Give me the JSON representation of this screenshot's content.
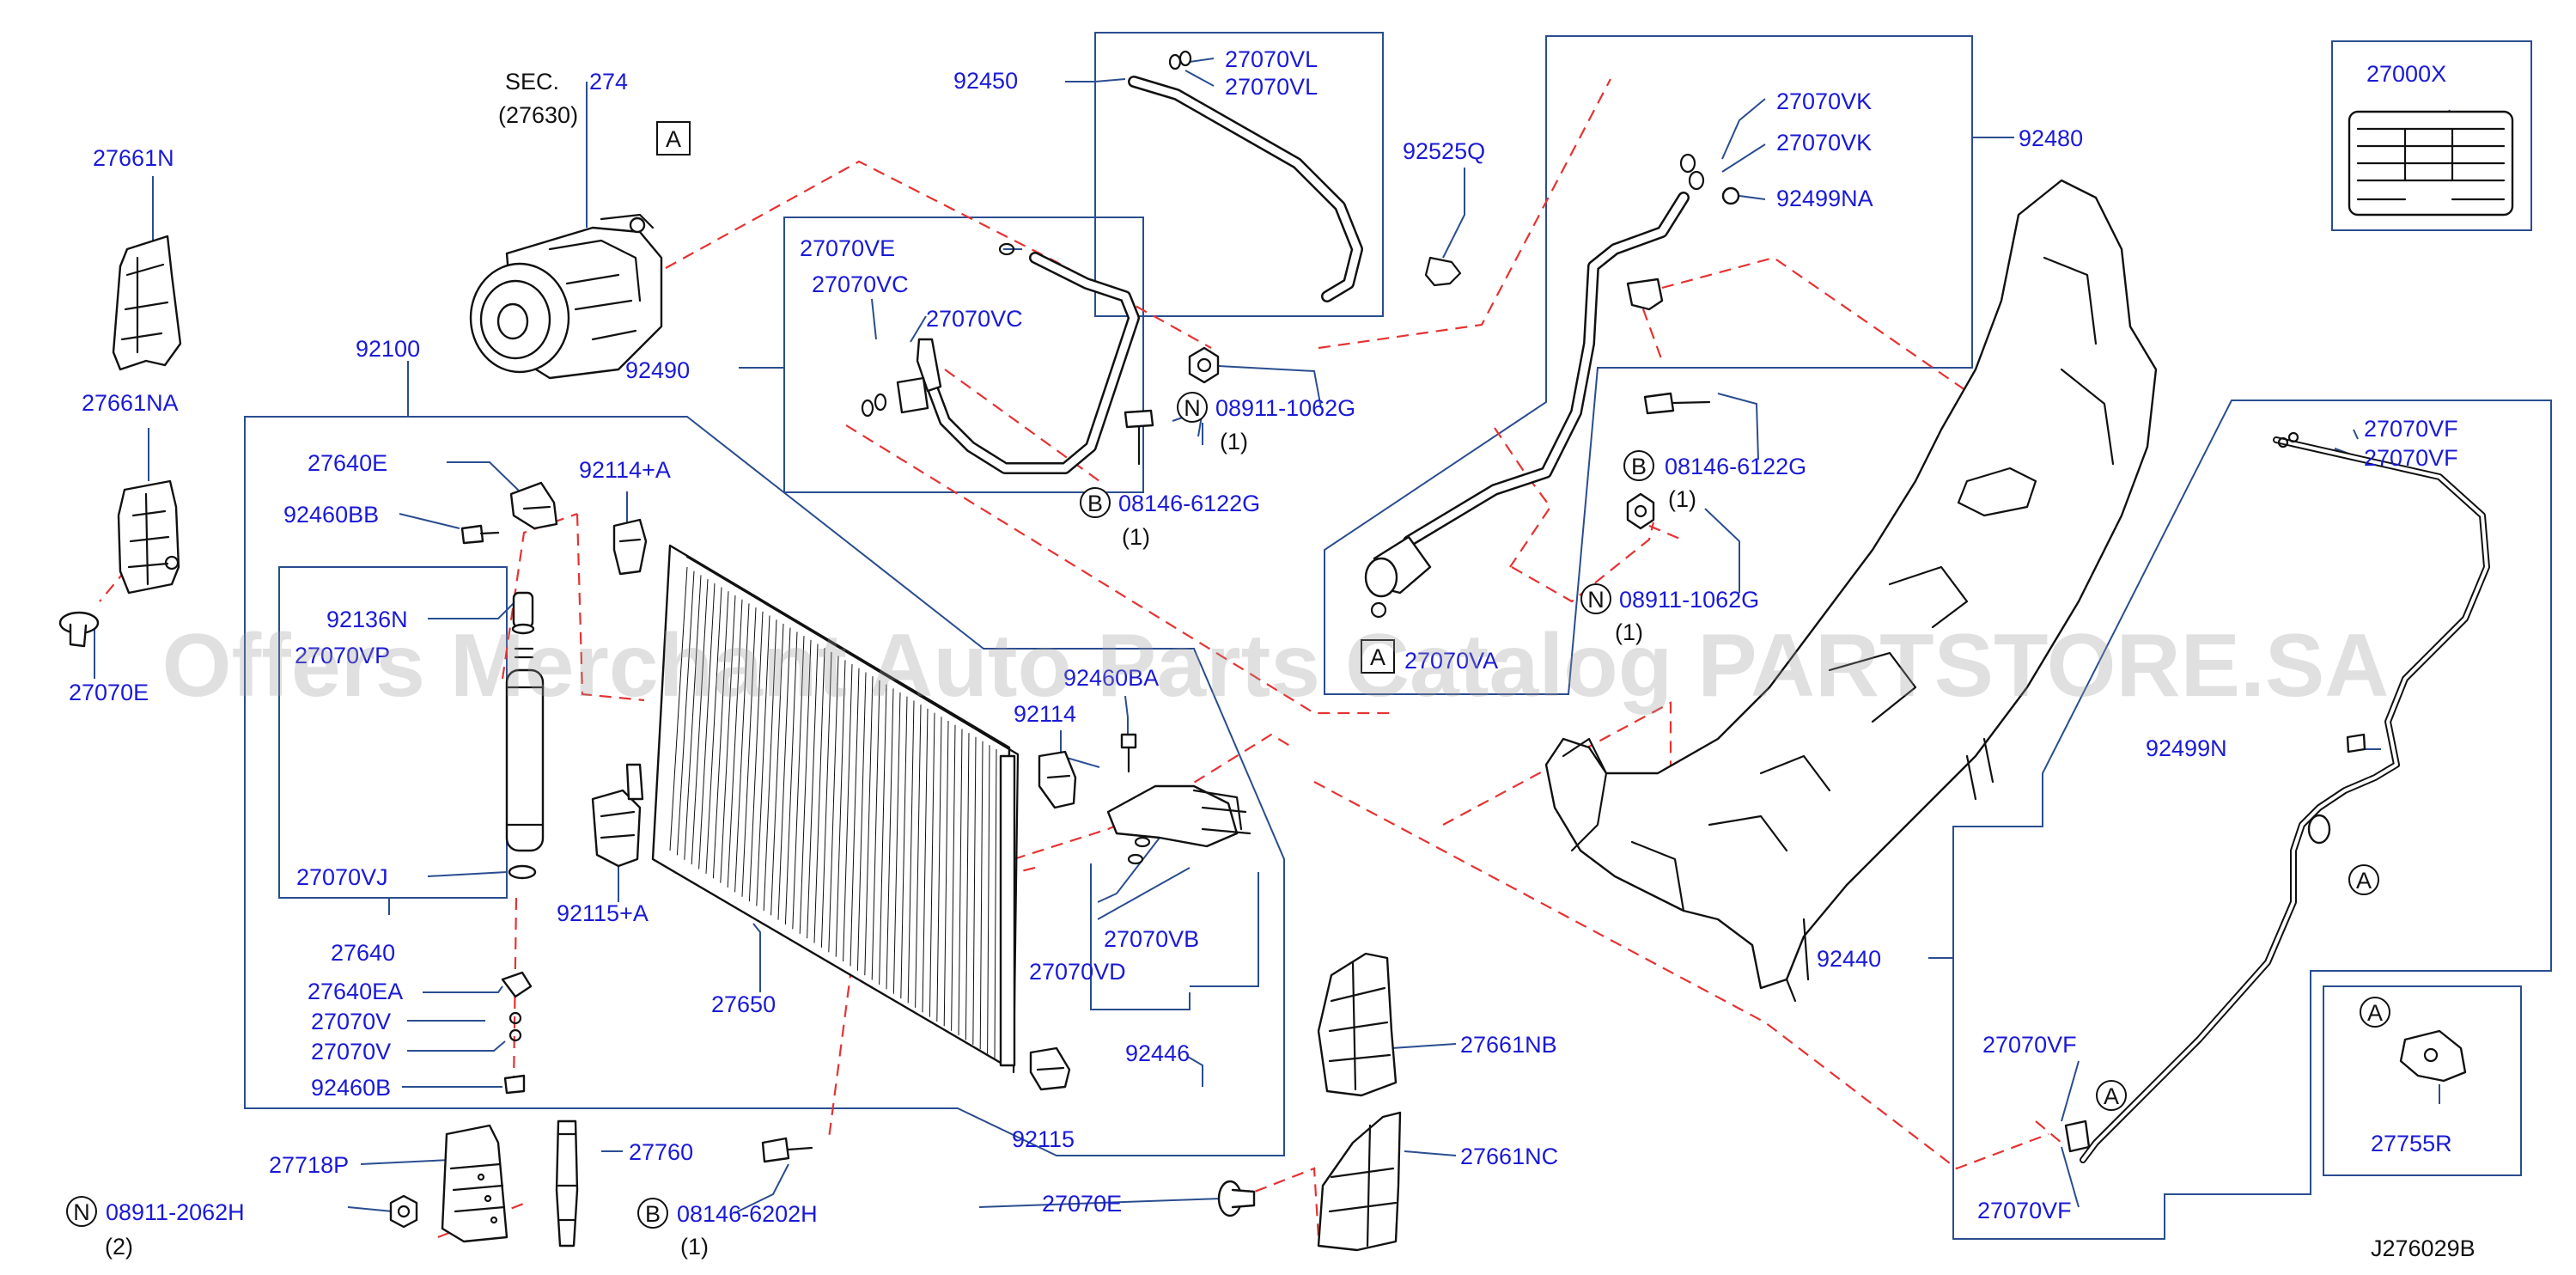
{
  "watermark": "Offers Merchant Auto Parts Catalog PARTSTORE.SA",
  "diagram_id": "J276029B",
  "sections": {
    "sec_prefix": "SEC.",
    "sec_number": "274",
    "sec_ref": "(27630)"
  },
  "symbols": {
    "A": "A",
    "N": "N",
    "B": "B"
  },
  "labels": {
    "p27661N": "27661N",
    "p27661NA": "27661NA",
    "p27070E_left": "27070E",
    "p92100": "92100",
    "p27640E": "27640E",
    "p92460BB": "92460BB",
    "p92114A": "92114+A",
    "p92136N": "92136N",
    "p27070VP": "27070VP",
    "p27070VJ": "27070VJ",
    "p27640": "27640",
    "p27640EA": "27640EA",
    "p27070V_1": "27070V",
    "p27070V_2": "27070V",
    "p92460B": "92460B",
    "p92115A": "92115+A",
    "p27650": "27650",
    "p92450": "92450",
    "p27070VL_1": "27070VL",
    "p27070VL_2": "27070VL",
    "p92525Q": "92525Q",
    "p27070VE": "27070VE",
    "p27070VC_1": "27070VC",
    "p27070VC_2": "27070VC",
    "p92490": "92490",
    "p08911_1062G_a": "08911-1062G",
    "qty_a": "(1)",
    "p08146_6122G_a": "08146-6122G",
    "qty_b": "(1)",
    "p92460BA": "92460BA",
    "p92114": "92114",
    "p27070VB": "27070VB",
    "p27070VD": "27070VD",
    "p92446": "92446",
    "p92115": "92115",
    "p27070VK_1": "27070VK",
    "p27070VK_2": "27070VK",
    "p92499NA": "92499NA",
    "p92480": "92480",
    "p08146_6122G_b": "08146-6122G",
    "qty_c": "(1)",
    "p08911_1062G_b": "08911-1062G",
    "qty_d": "(1)",
    "p27070VA": "27070VA",
    "p27000X": "27000X",
    "p27070VF_1": "27070VF",
    "p27070VF_2": "27070VF",
    "p92499N": "92499N",
    "p92440": "92440",
    "p27070VF_3": "27070VF",
    "p27070VF_4": "27070VF",
    "p27755R": "27755R",
    "p27661NB": "27661NB",
    "p27661NC": "27661NC",
    "p27070E_bottom": "27070E",
    "p27718P": "27718P",
    "p27760": "27760",
    "p08911_2062H": "08911-2062H",
    "qty_e": "(2)",
    "p08146_6202H": "08146-6202H",
    "qty_f": "(1)"
  }
}
